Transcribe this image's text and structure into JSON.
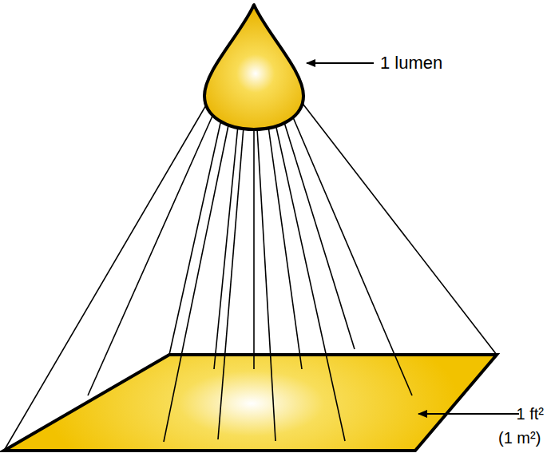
{
  "diagram": {
    "labels": [
      "1 lumen",
      "1 ft²",
      "(1 m²)"
    ]
  }
}
